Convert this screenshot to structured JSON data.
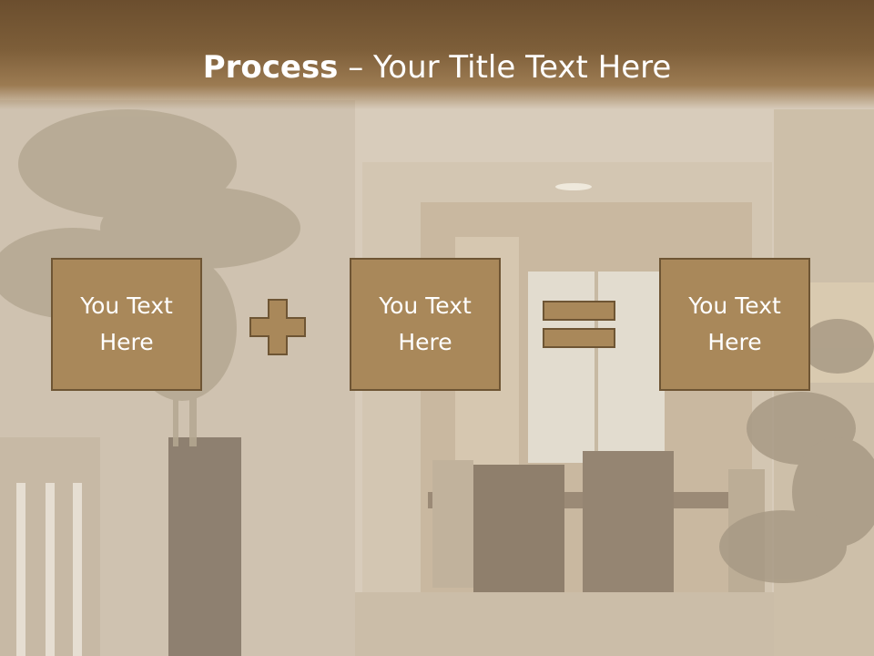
{
  "slide": {
    "title_bold": "Process",
    "title_rest": " – Your Title Text Here"
  },
  "process": {
    "steps": [
      {
        "label": "You Text\nHere"
      },
      {
        "label": "You Text\nHere"
      },
      {
        "label": "You Text\nHere"
      }
    ],
    "operators": [
      "plus-icon",
      "equals-icon"
    ]
  },
  "colors": {
    "title_band": "#7d5e39",
    "box_fill": "#a9885a",
    "box_border": "#6e5534",
    "text": "#ffffff",
    "background": "#d9cdbd"
  }
}
